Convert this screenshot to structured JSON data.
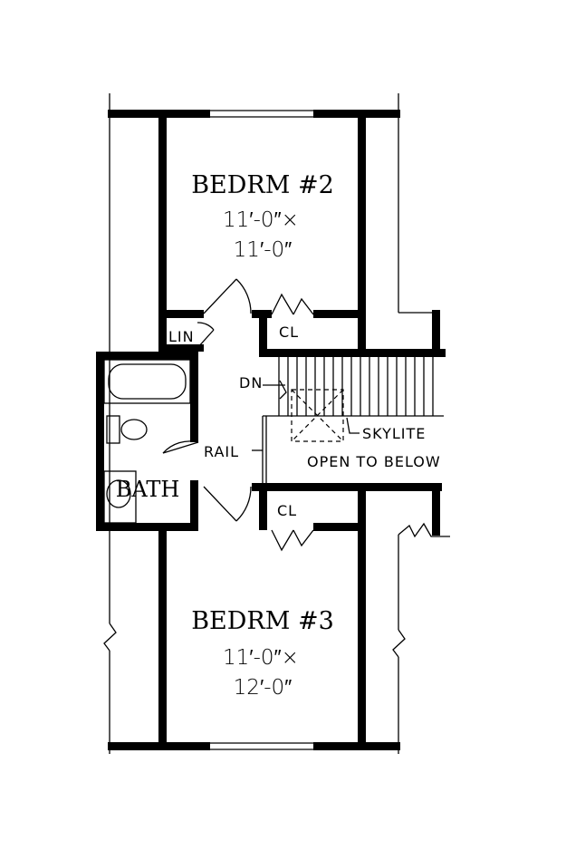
{
  "rooms": {
    "bedroom2": {
      "name": "BEDRM #2",
      "dim_w": "11′-0″×",
      "dim_h": "11′-0″"
    },
    "bedroom3": {
      "name": "BEDRM #3",
      "dim_w": "11′-0″×",
      "dim_h": "12′-0″"
    },
    "bath": {
      "name": "BATH"
    }
  },
  "labels": {
    "linen": "LIN",
    "closet_upper": "CL",
    "closet_lower": "CL",
    "stair_down": "DN",
    "rail": "RAIL",
    "skylight": "SKYLITE",
    "open_below": "OPEN TO BELOW"
  }
}
